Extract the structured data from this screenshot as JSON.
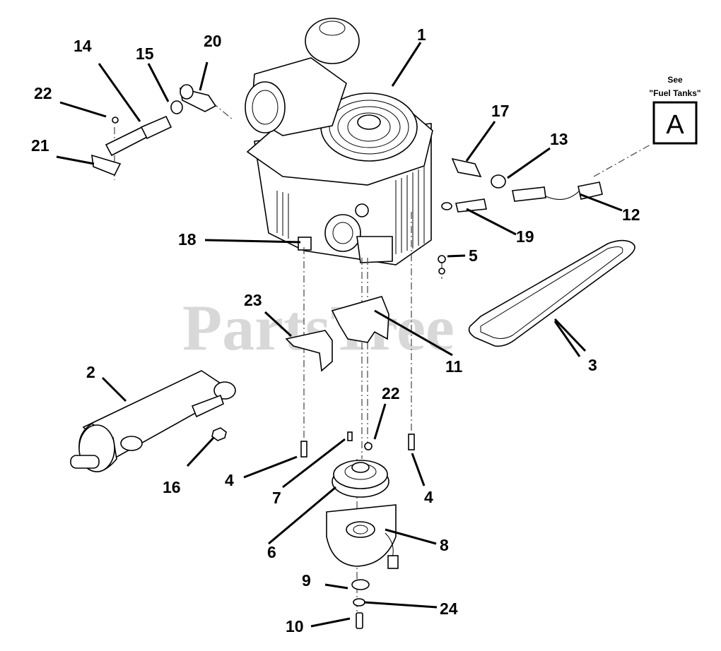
{
  "watermark": "PartsTree",
  "reference_box": {
    "see_label": "See",
    "target_label": "\"Fuel Tanks\"",
    "letter": "A"
  },
  "callouts": {
    "c1": "1",
    "c2": "2",
    "c3": "3",
    "c4a": "4",
    "c4b": "4",
    "c5": "5",
    "c6": "6",
    "c7": "7",
    "c8": "8",
    "c9": "9",
    "c10": "10",
    "c11": "11",
    "c12": "12",
    "c13": "13",
    "c14": "14",
    "c15": "15",
    "c16": "16",
    "c17": "17",
    "c18": "18",
    "c19": "19",
    "c20": "20",
    "c21": "21",
    "c22a": "22",
    "c22b": "22",
    "c23": "23",
    "c24": "24"
  }
}
